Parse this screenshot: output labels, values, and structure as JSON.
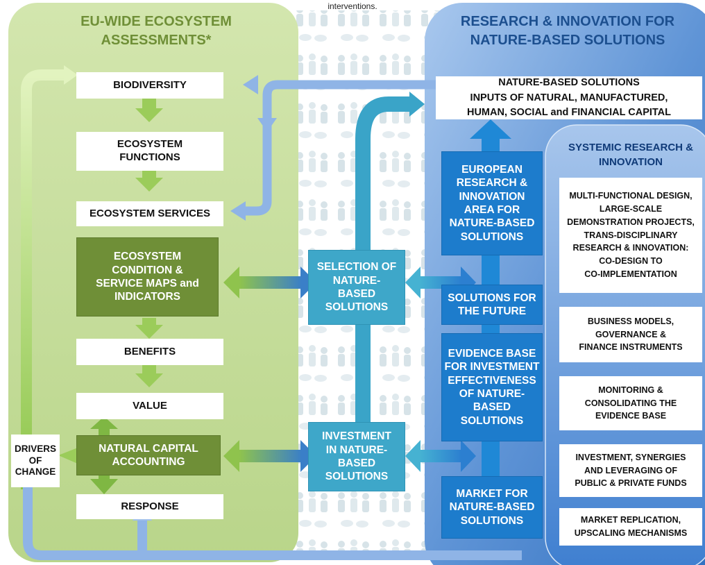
{
  "top_note": "interventions.",
  "eu_panel": {
    "title": "EU-WIDE ECOSYSTEM\nASSESSMENTS*",
    "biodiversity": "BIODIVERSITY",
    "ecosystem_functions": "ECOSYSTEM\nFUNCTIONS",
    "ecosystem_services": "ECOSYSTEM SERVICES",
    "condition_maps": "ECOSYSTEM\nCONDITION &\nSERVICE MAPS and\nINDICATORS",
    "benefits": "BENEFITS",
    "value": "VALUE",
    "natural_capital_accounting": "NATURAL CAPITAL\nACCOUNTING",
    "response": "RESPONSE",
    "drivers_of_change": "DRIVERS\nOF\nCHANGE"
  },
  "middle": {
    "selection": "SELECTION OF\nNATURE-\nBASED\nSOLUTIONS",
    "investment": "INVESTMENT\nIN NATURE-\nBASED\nSOLUTIONS"
  },
  "ri_panel": {
    "title": "RESEARCH & INNOVATION FOR\nNATURE-BASED SOLUTIONS",
    "nbs_inputs": "NATURE-BASED SOLUTIONS\nINPUTS OF NATURAL, MANUFACTURED,\nHUMAN, SOCIAL  and FINANCIAL CAPITAL",
    "european_area": "EUROPEAN\nRESEARCH &\nINNOVATION\nAREA FOR\nNATURE-BASED\nSOLUTIONS",
    "solutions_future": "SOLUTIONS FOR\nTHE FUTURE",
    "evidence_base": "EVIDENCE BASE\nFOR INVESTMENT\nEFFECTIVENESS\nOF NATURE-\nBASED\nSOLUTIONS",
    "market": "MARKET  FOR\nNATURE-BASED\nSOLUTIONS"
  },
  "systemic": {
    "title": "SYSTEMIC RESEARCH  &\nINNOVATION",
    "items": [
      "MULTI-FUNCTIONAL DESIGN,\nLARGE-SCALE\nDEMONSTRATION PROJECTS,\nTRANS-DISCIPLINARY\nRESEARCH & INNOVATION:\nCO-DESIGN TO\nCO-IMPLEMENTATION",
      "BUSINESS MODELS,\nGOVERNANCE &\nFINANCE INSTRUMENTS",
      "MONITORING &\nCONSOLIDATING THE\nEVIDENCE BASE",
      "INVESTMENT, SYNERGIES\nAND LEVERAGING OF\nPUBLIC & PRIVATE FUNDS",
      "MARKET REPLICATION,\nUPSCALING MECHANISMS"
    ]
  },
  "colors": {
    "green_panel": "#c9df9c",
    "green_box": "#6f8f37",
    "teal_box": "#3ea7c9",
    "blue_box": "#1d7ccc",
    "blue_panel": "#5d8fd3"
  }
}
